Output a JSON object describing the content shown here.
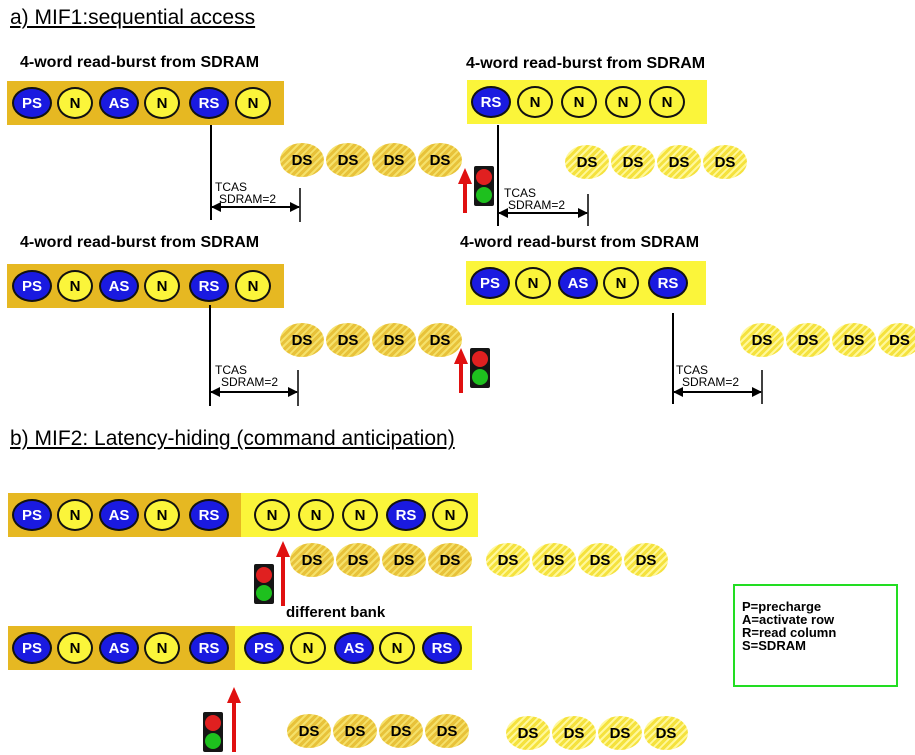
{
  "section_a": {
    "title": "a) MIF1:sequential access"
  },
  "section_b": {
    "title": "b) MIF2: Latency-hiding (command anticipation)"
  },
  "burst_title": "4-word read-burst from SDRAM",
  "tcas": {
    "line1": "TCAS",
    "line2": "SDRAM=2"
  },
  "ds_label": "DS",
  "commands": {
    "a1": [
      "PS",
      "N",
      "AS",
      "N",
      "RS",
      "N"
    ],
    "a2": [
      "RS",
      "N",
      "N",
      "N",
      "N"
    ],
    "a3": [
      "PS",
      "N",
      "AS",
      "N",
      "RS",
      "N"
    ],
    "a4": [
      "PS",
      "N",
      "AS",
      "N",
      "RS"
    ],
    "b1": [
      "PS",
      "N",
      "AS",
      "N",
      "RS",
      "N",
      "N",
      "N",
      "RS",
      "N"
    ],
    "b2": [
      "PS",
      "N",
      "AS",
      "N",
      "RS",
      "PS",
      "N",
      "AS",
      "N",
      "RS"
    ]
  },
  "different_bank_label": "different bank",
  "legend": {
    "lines": [
      "P=precharge",
      "A=activate row",
      "R=read column",
      "S=SDRAM"
    ]
  },
  "colors": {
    "command_blue": "#1a1ae0",
    "bar_gold": "#e6b822",
    "bar_yellow": "#fbf53a",
    "arrow_red": "#e01010",
    "legend_border": "#22dd22"
  }
}
